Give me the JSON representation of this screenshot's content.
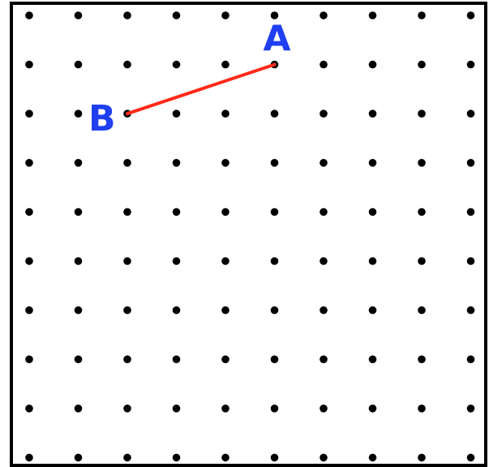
{
  "grid": {
    "rows": 10,
    "cols": 10,
    "dot_color": "#000000",
    "frame_color": "#000000"
  },
  "points": [
    {
      "label": "A",
      "col": 5,
      "row": 1
    },
    {
      "label": "B",
      "col": 2,
      "row": 2
    }
  ],
  "segment": {
    "from": "A",
    "to": "B",
    "color": "#ff2a1a"
  },
  "label_color": "#1f3ff0"
}
